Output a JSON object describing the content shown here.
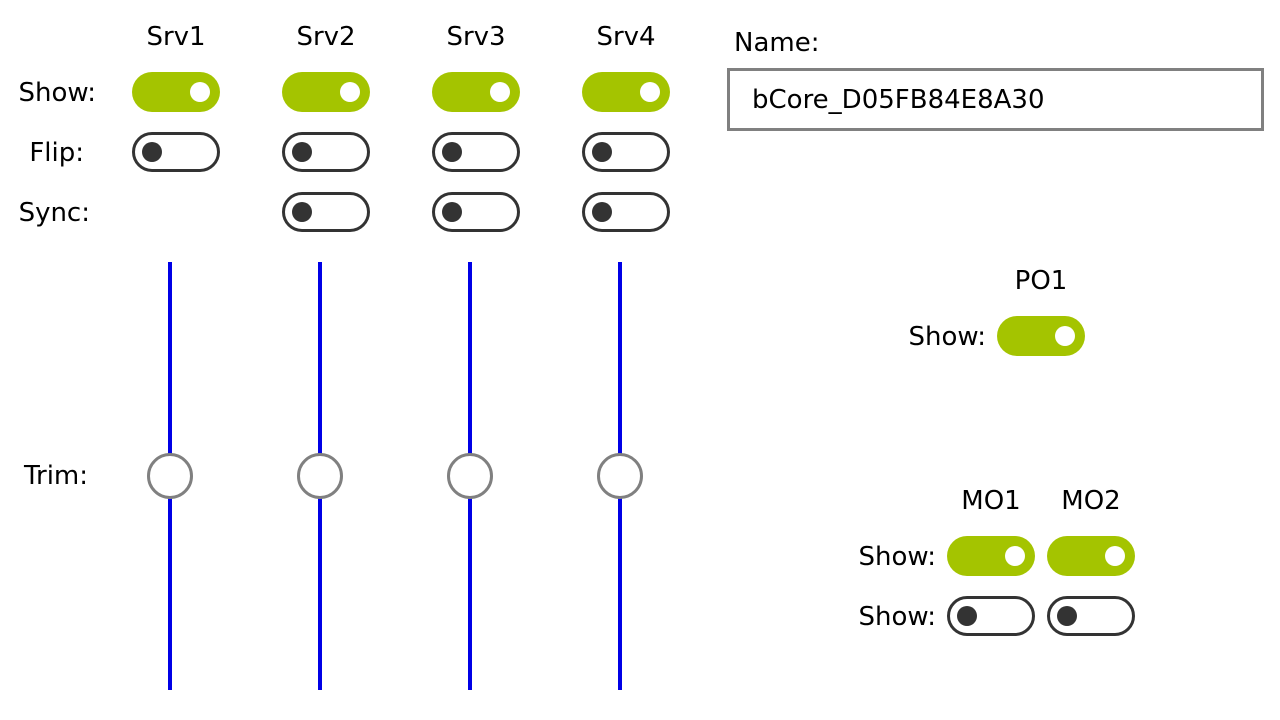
{
  "servos": {
    "headers": [
      "Srv1",
      "Srv2",
      "Srv3",
      "Srv4"
    ],
    "show_label": "Show:",
    "flip_label": "Flip:",
    "sync_label": "Sync:",
    "trim_label": "Trim:",
    "show": [
      true,
      true,
      true,
      true
    ],
    "flip": [
      false,
      false,
      false,
      false
    ],
    "sync": [
      null,
      false,
      false,
      false
    ],
    "trim": [
      0,
      0,
      0,
      0
    ]
  },
  "name": {
    "label": "Name:",
    "value": "bCore_D05FB84E8A30"
  },
  "po": {
    "header": "PO1",
    "show_label": "Show:",
    "show": true
  },
  "mo": {
    "headers": [
      "MO1",
      "MO2"
    ],
    "rows": [
      {
        "label": "Show:",
        "values": [
          true,
          true
        ]
      },
      {
        "label": "Show:",
        "values": [
          false,
          false
        ]
      }
    ]
  },
  "colors": {
    "toggle_on": "#a4c400",
    "toggle_off_border": "#333333",
    "slider_track": "#0000e6",
    "thumb_border": "#808080"
  }
}
